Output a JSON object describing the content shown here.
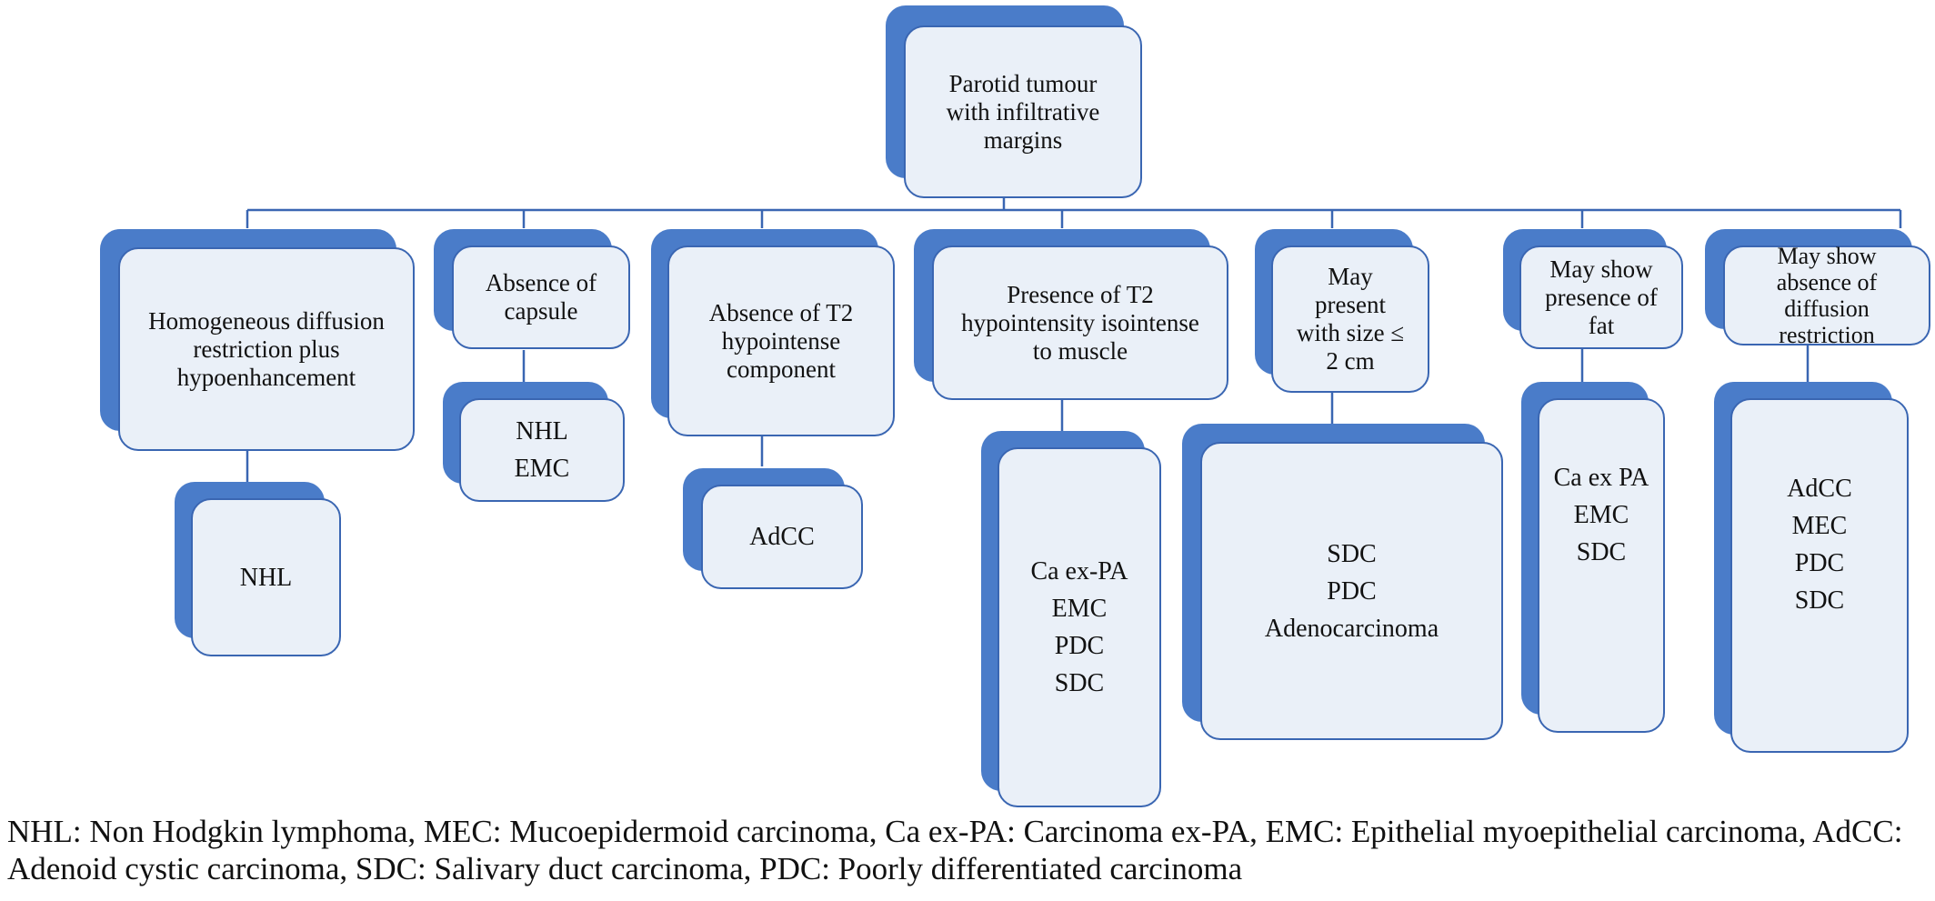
{
  "root": {
    "label": "Parotid tumour\nwith infiltrative\nmargins"
  },
  "branches": [
    {
      "criterion": "Homogeneous diffusion\nrestriction plus\nhypoenhancement",
      "result": "NHL"
    },
    {
      "criterion": "Absence of\ncapsule",
      "result": "NHL\nEMC"
    },
    {
      "criterion": "Absence of T2\nhypointense\ncomponent",
      "result": "AdCC"
    },
    {
      "criterion": "Presence of T2\nhypointensity isointense\nto muscle",
      "result": "Ca ex-PA\nEMC\nPDC\nSDC"
    },
    {
      "criterion": "May\npresent\nwith size ≤\n2 cm",
      "result": "SDC\nPDC\nAdenocarcinoma"
    },
    {
      "criterion": "May show\npresence of\nfat",
      "result": "Ca ex PA\nEMC\nSDC"
    },
    {
      "criterion": "May show\nabsence of\ndiffusion\nrestriction",
      "result": "AdCC\nMEC\nPDC\nSDC"
    }
  ],
  "legend": "NHL: Non Hodgkin lymphoma, MEC: Mucoepidermoid carcinoma, Ca ex-PA: Carcinoma ex-PA, EMC: Epithelial myoepithelial carcinoma, AdCC: Adenoid cystic carcinoma, SDC: Salivary duct carcinoma, PDC: Poorly differentiated carcinoma",
  "colors": {
    "shadow": "#4a7cc9",
    "box_fill": "#eaf0f8",
    "border": "#3a66b2",
    "connector": "#3a66b2"
  }
}
